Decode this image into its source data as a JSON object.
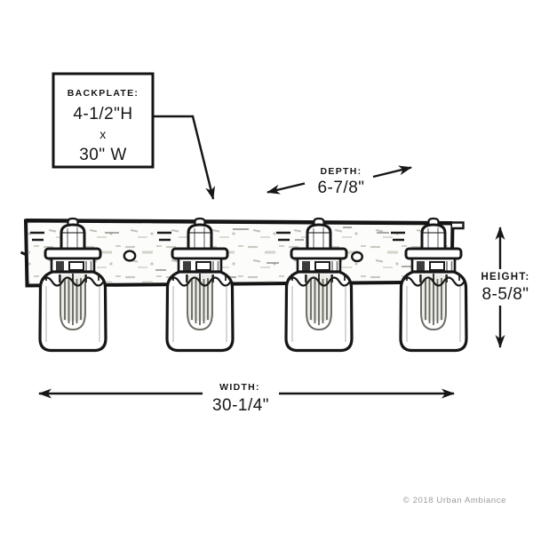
{
  "page": {
    "background_color": "#ffffff",
    "ink_color": "#161616",
    "muted_text_color": "#9b9b9b"
  },
  "diagram": {
    "type": "product-dimension-line-drawing",
    "subject": "four-light jar vanity fixture on rectangular backplate",
    "light_count": 4,
    "mounting_hole_count": 2
  },
  "annotations": {
    "backplate": {
      "label": "BACKPLATE:",
      "height_value": "4-1/2\"H",
      "separator": "x",
      "width_value": "30\" W"
    },
    "depth": {
      "label": "DEPTH:",
      "value": "6-7/8\""
    },
    "height": {
      "label": "HEIGHT:",
      "value": "8-5/8\""
    },
    "width": {
      "label": "WIDTH:",
      "value": "30-1/4\""
    }
  },
  "footer": {
    "copyright": "© 2018 Urban Ambiance"
  }
}
